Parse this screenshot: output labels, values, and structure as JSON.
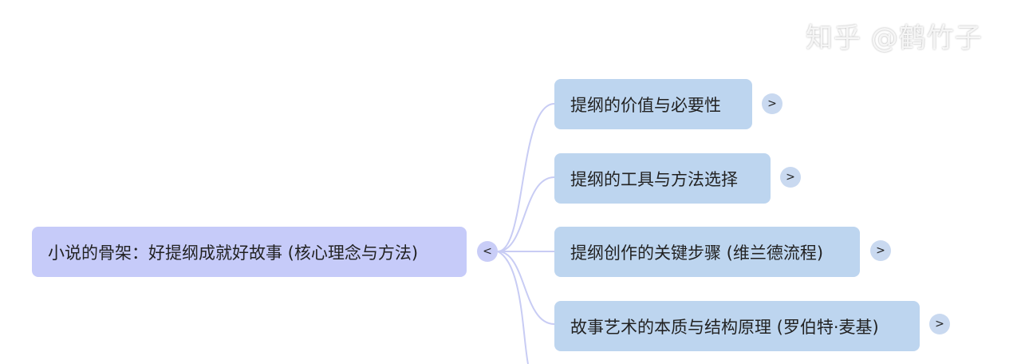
{
  "root": {
    "label": "小说的骨架：好提纲成就好故事 (核心理念与方法)",
    "toggle": "<"
  },
  "children": [
    {
      "label": "提纲的价值与必要性",
      "toggle": ">"
    },
    {
      "label": "提纲的工具与方法选择",
      "toggle": ">"
    },
    {
      "label": "提纲创作的关键步骤 (维兰德流程)",
      "toggle": ">"
    },
    {
      "label": "故事艺术的本质与结构原理 (罗伯特·麦基)",
      "toggle": ">"
    }
  ],
  "watermark": "知乎 @鹤竹子"
}
